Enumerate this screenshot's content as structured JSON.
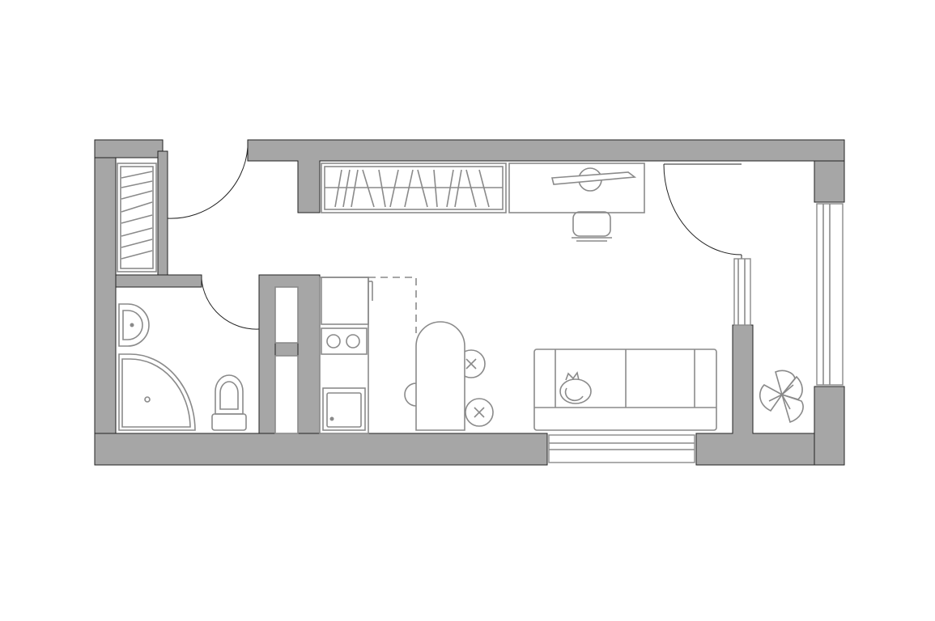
{
  "floor_plan": {
    "rooms": [
      "entrance-hall",
      "bathroom",
      "kitchen",
      "living-room",
      "balcony"
    ],
    "colors": {
      "wall_fill": "#a6a6a6",
      "furniture_stroke": "#8a8a8a",
      "outline": "#222222",
      "background": "#ffffff"
    },
    "icons": [
      "wardrobe-icon",
      "door-swing-icon",
      "sink-icon",
      "shower-icon",
      "toilet-icon",
      "fridge-icon",
      "cooktop-icon",
      "oven-icon",
      "dining-table-icon",
      "stool-icon",
      "bookshelf-icon",
      "desk-icon",
      "office-chair-icon",
      "sofa-icon",
      "cat-icon",
      "window-icon",
      "plant-icon"
    ]
  }
}
